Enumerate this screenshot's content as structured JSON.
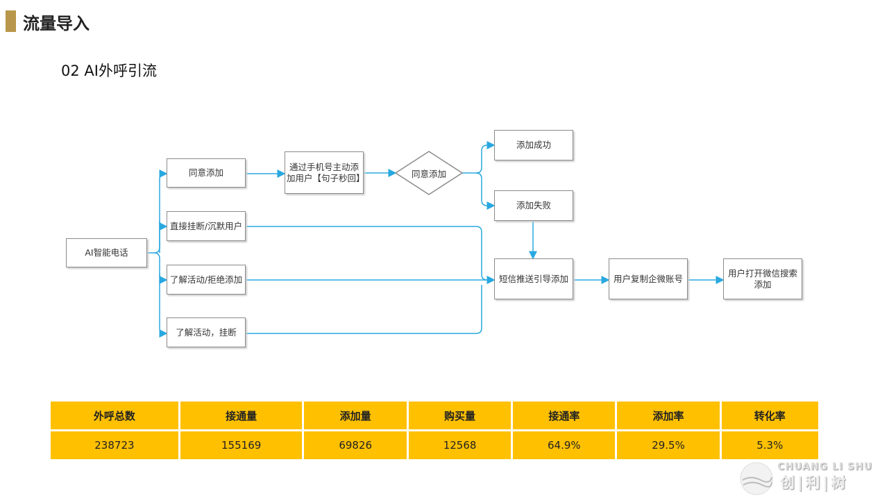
{
  "header": {
    "title": "流量导入",
    "subtitle": "02  AI外呼引流"
  },
  "flow": {
    "start": "AI智能电话",
    "agree": "同意添加",
    "hangup_silent": "直接挂断/沉默用户",
    "learn_refuse": "了解活动/拒绝添加",
    "learn_hangup": "了解活动，挂断",
    "phone_add": "通过手机号主动添加用户【句子秒回】",
    "decision": "同意添加",
    "success": "添加成功",
    "fail": "添加失败",
    "sms": "短信推送引导添加",
    "copy": "用户复制企微账号",
    "search": "用户打开微信搜索添加"
  },
  "table": {
    "headers": [
      "外呼总数",
      "接通量",
      "添加量",
      "购买量",
      "接通率",
      "添加率",
      "转化率"
    ],
    "values": [
      "238723",
      "155169",
      "69826",
      "12568",
      "64.9%",
      "29.5%",
      "5.3%"
    ]
  },
  "logo": {
    "en": "CHUANG LI SHU",
    "cn": "创|利|树"
  },
  "colors": {
    "accent": "#b8974a",
    "table": "#ffc000",
    "line": "#29a8e0"
  }
}
